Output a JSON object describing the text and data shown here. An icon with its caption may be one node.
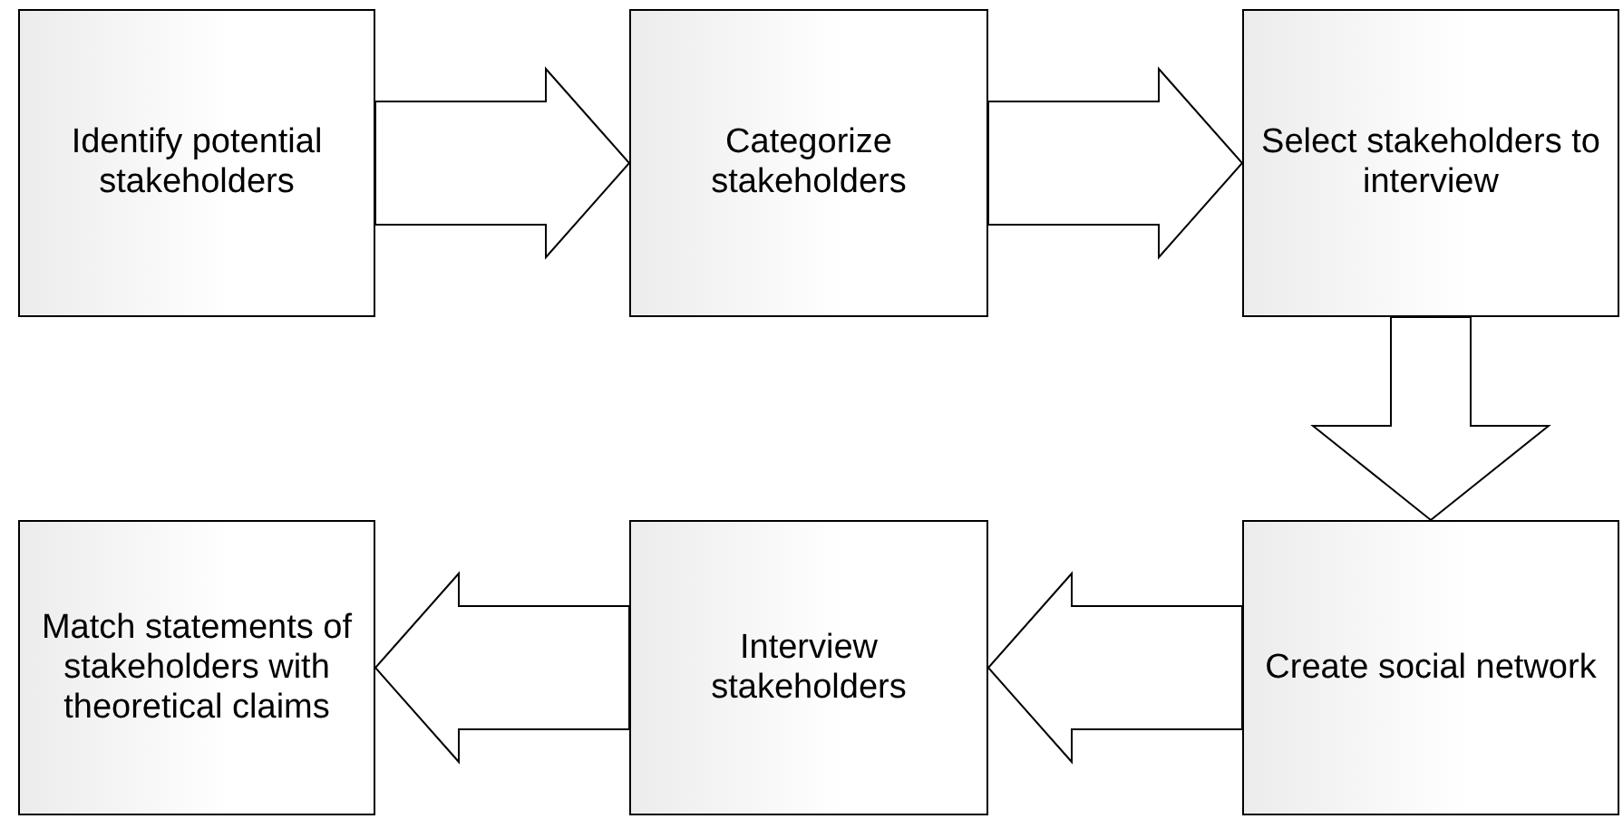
{
  "diagram": {
    "nodes": [
      {
        "text": [
          "Identify potential stakeholders"
        ]
      },
      {
        "text": [
          "Categorize stakeholders"
        ]
      },
      {
        "text": [
          "Select stakeholders to interview"
        ]
      },
      {
        "text": [
          "Match statements of stakeholders with theoretical claims"
        ]
      },
      {
        "text": [
          "Interview stakeholders"
        ]
      },
      {
        "text": [
          "Create social network"
        ]
      }
    ],
    "edges": [
      {
        "from": 0,
        "to": 1,
        "arrow": "to"
      },
      {
        "from": 1,
        "to": 2,
        "arrow": "to"
      },
      {
        "from": 2,
        "to": 5,
        "arrow": "to"
      },
      {
        "from": 5,
        "to": 4,
        "arrow": "to"
      },
      {
        "from": 4,
        "to": 3,
        "arrow": "to"
      }
    ]
  }
}
